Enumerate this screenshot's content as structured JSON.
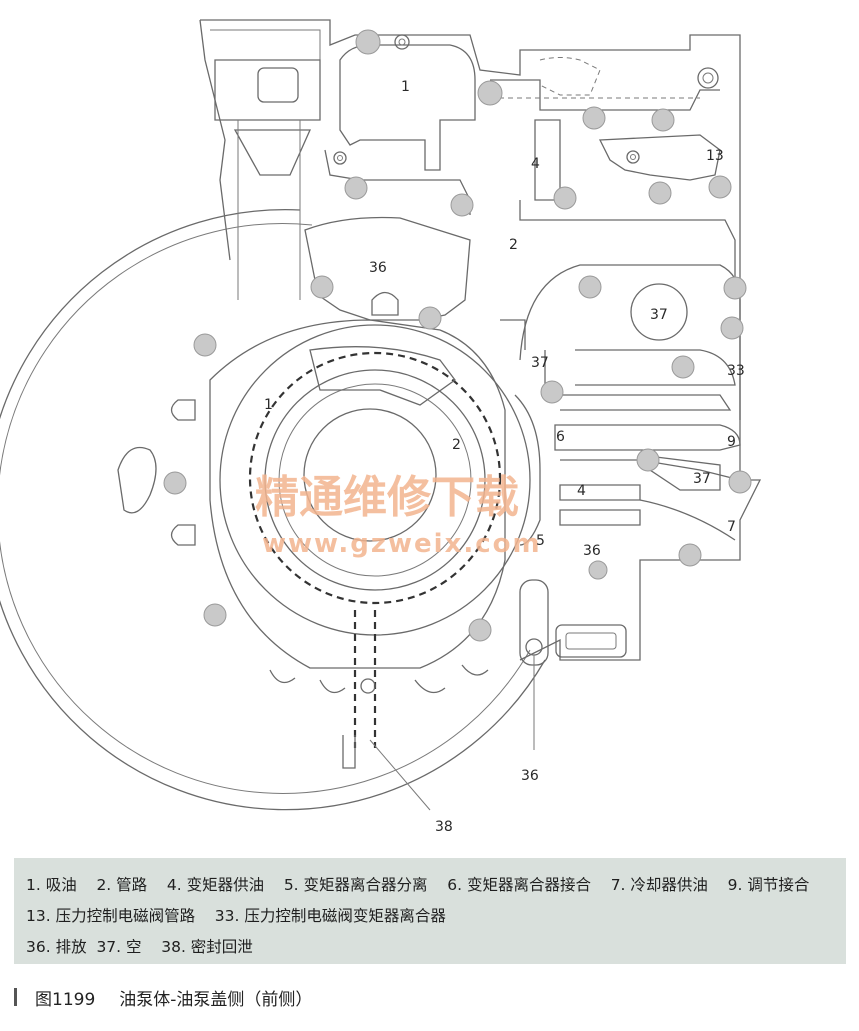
{
  "diagram": {
    "labels": {
      "l1_top": "1",
      "l1_left": "1",
      "l2_center": "2",
      "l2_ring": "2",
      "l4_top": "4",
      "l4_mid": "4",
      "l5": "5",
      "l6": "6",
      "l7": "7",
      "l9": "9",
      "l13": "13",
      "l33": "33",
      "l36_top": "36",
      "l36_mid": "36",
      "l36_bottom": "36",
      "l37_top": "37",
      "l37_left": "37",
      "l37_right": "37",
      "l38": "38"
    },
    "watermark": {
      "text": "精通维修下载",
      "url": "www.gzweix.com"
    },
    "colors": {
      "line": "#6a6a6a",
      "bolt": "#c9c9c9",
      "watermark": "#f3b48f",
      "legend_bg": "#d9e0dc"
    }
  },
  "legend": {
    "items": [
      "1. 吸油",
      "2. 管路",
      "4. 变矩器供油",
      "5. 变矩器离合器分离",
      "6. 变矩器离合器接合",
      "7. 冷却器供油",
      "9. 调节接合",
      "13. 压力控制电磁阀管路",
      "33. 压力控制电磁阀变矩器离合器",
      "36. 排放",
      "37. 空",
      "38. 密封回泄"
    ]
  },
  "caption": {
    "figure": "图1199",
    "title": "油泵体-油泵盖侧（前侧）"
  }
}
